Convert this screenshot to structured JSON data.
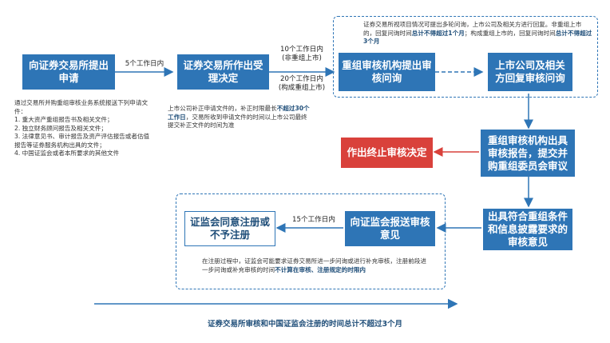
{
  "boxes": {
    "submit": "向证券交易所提出申请",
    "accept": "证券交易所作出受理决定",
    "inquiry": "重组审核机构提出审核问询",
    "reply": "上市公司及相关方回复审核问询",
    "terminate": "作出终止审核决定",
    "report": "重组审核机构出具审核报告，提交并购重组委员会审议",
    "opinion": "出具符合重组条件和信息披露要求的审核意见",
    "csrc_submit": "向证监会报送审核意见",
    "csrc_decide": "证监会同意注册或不予注册"
  },
  "labels": {
    "five_days": "5个工作日内",
    "ten_days_a": "10个工作日内",
    "ten_days_b": "(非重组上市)",
    "twenty_days_a": "20个工作日内",
    "twenty_days_b": "(构成重组上市)",
    "fifteen_days": "15个工作日内"
  },
  "notes": {
    "materials": "通过交易所并购重组审核业务系统报送下列申请文件：\n1. 重大资产重组报告书及相关文件；\n2. 独立财务顾问报告及相关文件；\n3. 法律意见书、审计报告及资产评估报告或者估值报告等证券服务机构出具的文件；\n4. 中国证监会或者本所要求的其他文件",
    "supplement_1": "上市公司补正申请文件的，补正时限最长",
    "supplement_hl": "不超过30个工作日",
    "supplement_2": "，交易所收到申请文件的时间以上市公司最终提交补正文件的时间为准",
    "inquiry_1": "证券交易所视项目情况可提出多轮问询，上市公司及相关方进行回复。非重组上市的，回复问询时间",
    "inquiry_hl1": "总计不得超过1个月",
    "inquiry_2": "；构成重组上市的，回复问询时间",
    "inquiry_hl2": "总计不得超过3个月",
    "register_1": "在注册过程中，证监会可能要求证券交易所进一步问询或进行补充审核，注册前段进一步问询或补充审核的时间",
    "register_hl": "不计算在审核、注册规定的时限内"
  },
  "footer": "证券交易所审核和中国证监会注册的时间总计不超过3个月",
  "colors": {
    "primary": "#2e75b6",
    "dark": "#1f4e79",
    "alert": "#d9413b"
  }
}
